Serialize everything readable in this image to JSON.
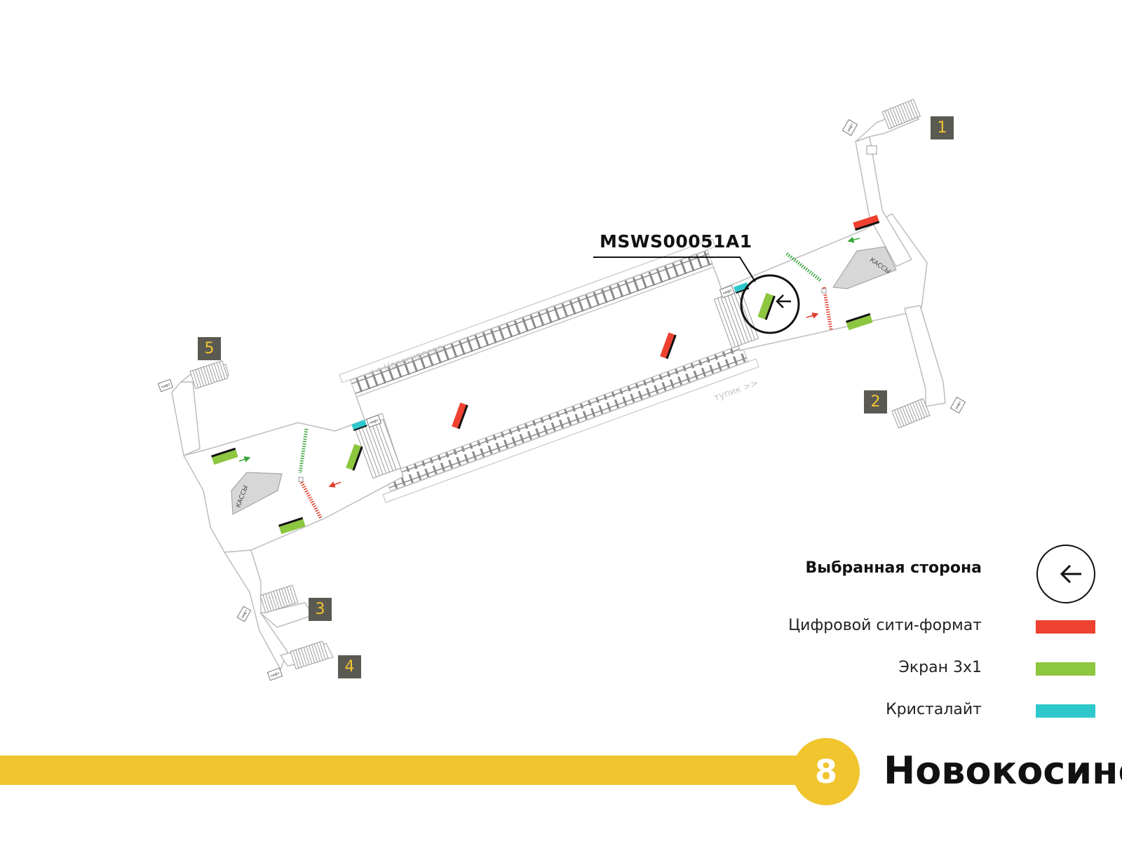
{
  "carrier_code": "MSWS00051A1",
  "direction_labels": {
    "upper_track": "<< Новогиреево",
    "lower_track": "тупик >>"
  },
  "room_label": "КАССЫ",
  "lift_label": "лифт",
  "exits": [
    "1",
    "2",
    "3",
    "4",
    "5"
  ],
  "legend": {
    "selected_side": "Выбранная сторона",
    "items": [
      {
        "label": "Цифровой сити-формат",
        "color": "#ee4130"
      },
      {
        "label": "Экран 3х1",
        "color": "#8dc63f"
      },
      {
        "label": "Кристалайт",
        "color": "#2ec8cc"
      }
    ]
  },
  "line": {
    "number": "8",
    "color": "#f0c52e"
  },
  "station": "Новокосино"
}
